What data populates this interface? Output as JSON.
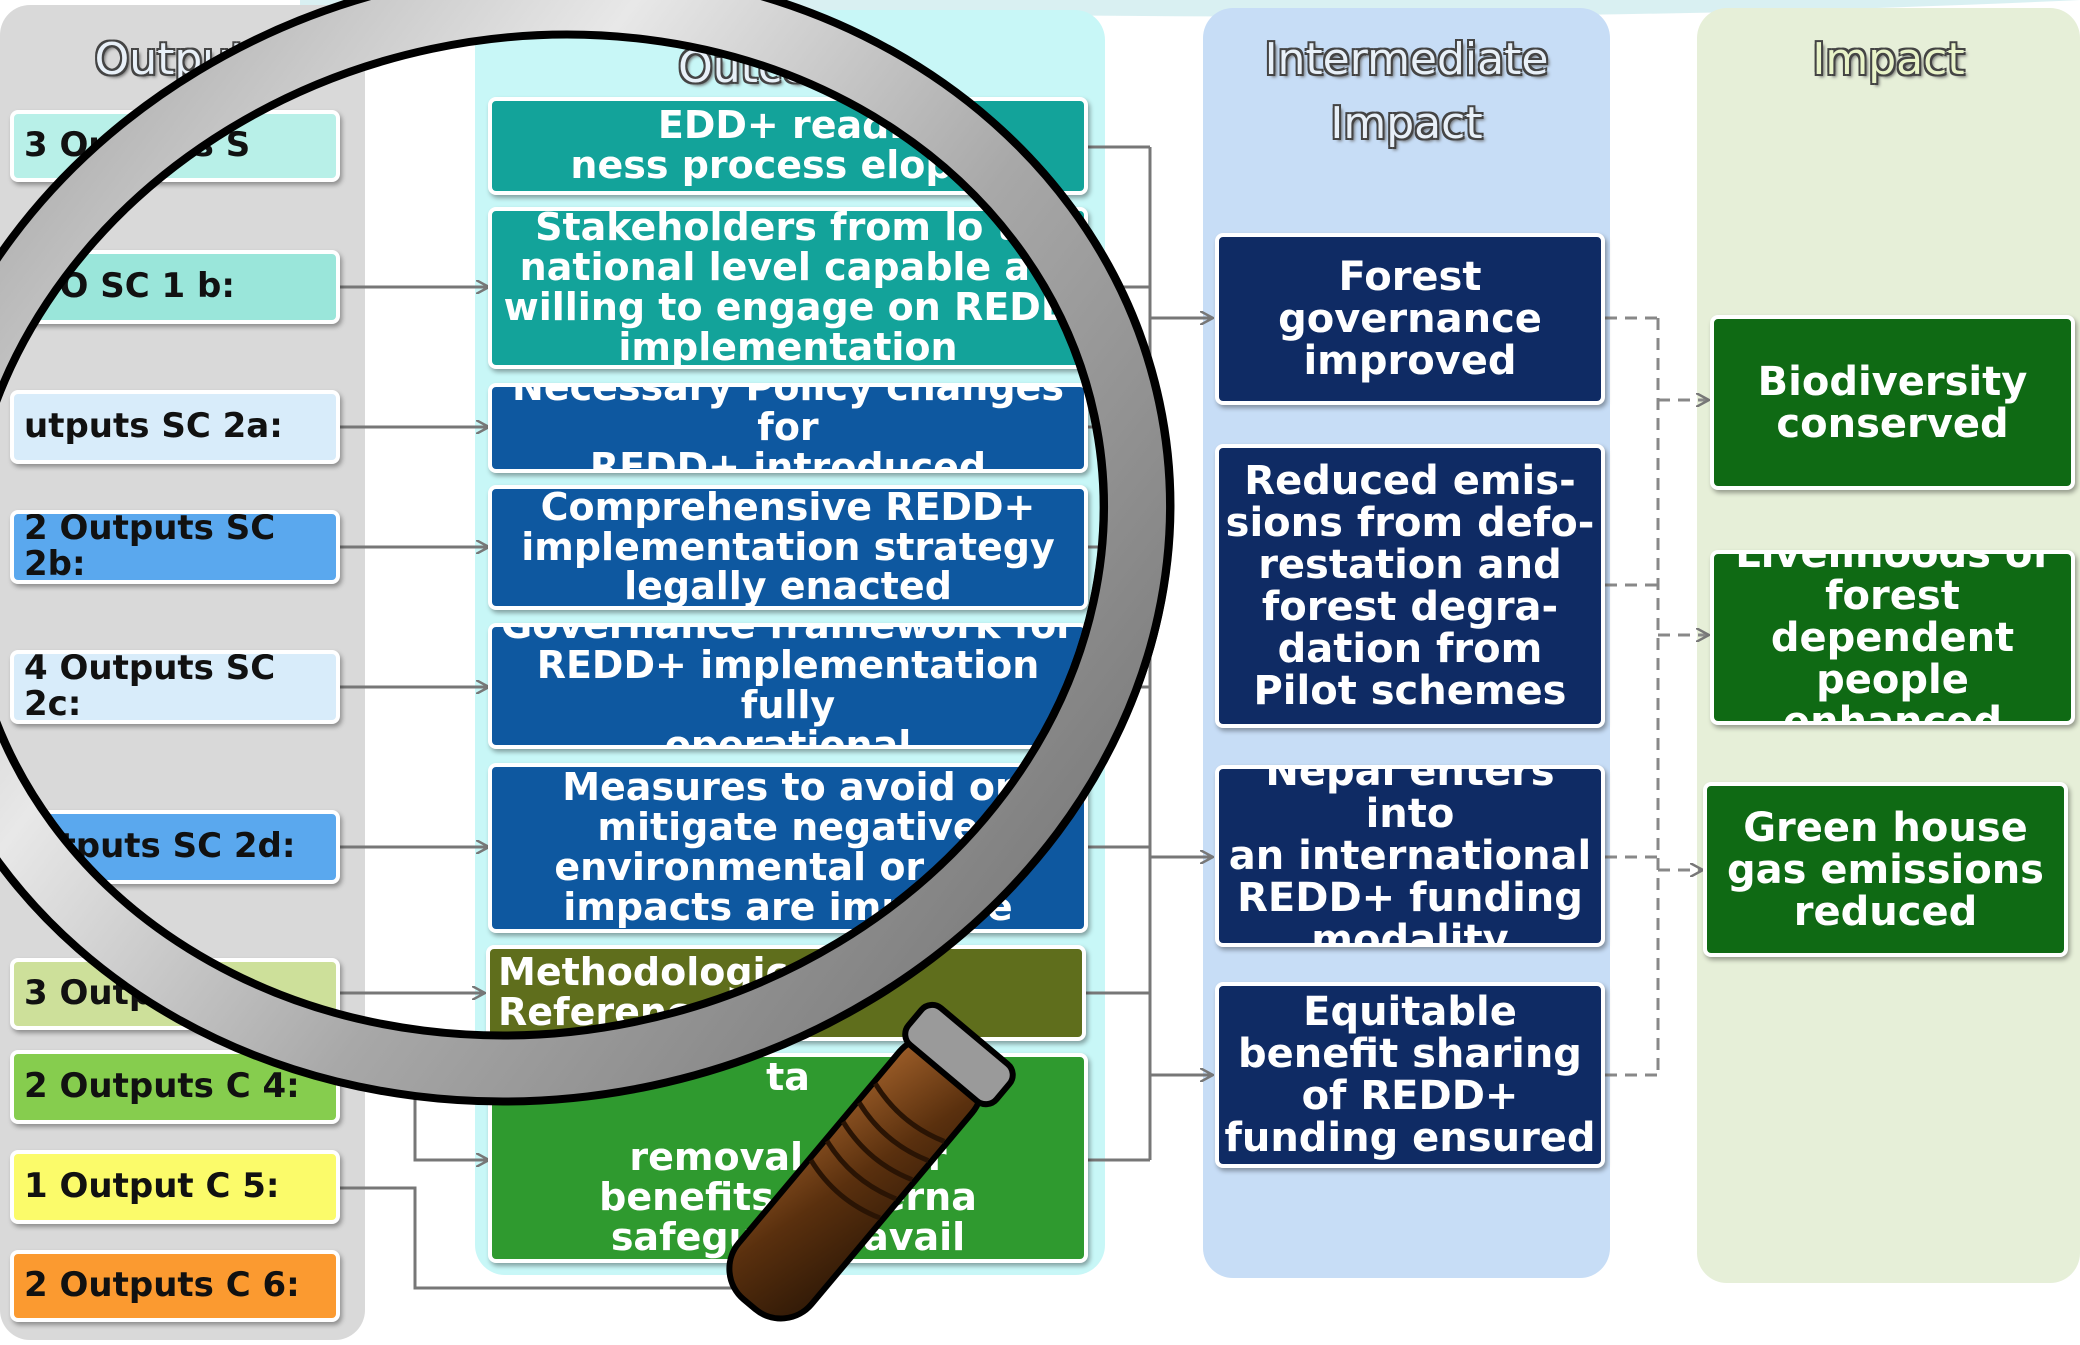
{
  "headers": {
    "outputs": "Outputs",
    "outcomes": "Outcomes",
    "intermediate": "Intermediate\nImpact",
    "impact": "Impact"
  },
  "outputs": [
    {
      "label": "3  Outputs S",
      "color": "#b8f0e8"
    },
    {
      "label": "4 O        SC 1 b:",
      "color": "#9ae6da"
    },
    {
      "label": "  utputs SC 2a:",
      "color": "#d8ecfa"
    },
    {
      "label": "2 Outputs SC 2b:",
      "color": "#5aa8ee"
    },
    {
      "label": "4 Outputs SC 2c:",
      "color": "#d8ecfa"
    },
    {
      "label": "2   tputs SC 2d:",
      "color": "#5aa8ee"
    },
    {
      "label": "3 Outpu",
      "color": "#cde09a"
    },
    {
      "label": "2 Outputs C 4:",
      "color": "#86cd4e"
    },
    {
      "label": "1 Output C 5:",
      "color": "#fbfb6a"
    },
    {
      "label": "2 Outputs C 6:",
      "color": "#fb9a30"
    }
  ],
  "outcomes": [
    {
      "label": "        EDD+ readi-\nness process       eloped",
      "color": "#13a39a"
    },
    {
      "label": "Stakeholders from lo    to\nnational level capable a  l\nwilling to engage on REDD\nimplementation",
      "color": "#13a39a"
    },
    {
      "label": "Necessary Policy changes for\nREDD+ introduced",
      "color": "#0e58a0"
    },
    {
      "label": "Comprehensive REDD+\nimplementation strategy\nlegally enacted",
      "color": "#0e58a0"
    },
    {
      "label": "Governance framework for\nREDD+ implementation fully\noperational",
      "color": "#0e58a0"
    },
    {
      "label": "Measures to avoid or\nmitigate negative\nenvironmental or soci\nimpacts are impleme",
      "color": "#0e58a0"
    },
    {
      "label": "Methodologically\nReference",
      "color": "#5f6e1c"
    },
    {
      "label": "                         ta\n\nremoval, other\nbenefits, governa\nsafeguards avail",
      "color": "#2f9a2f"
    }
  ],
  "intermediate": [
    {
      "label": "Forest governance\nimproved"
    },
    {
      "label": "Reduced emis-\nsions from defo-\nrestation and\nforest degra-\ndation  from\nPilot schemes"
    },
    {
      "label": "Nepal enters into\nan international\nREDD+ funding\nmodality"
    },
    {
      "label": "Equitable\nbenefit sharing\nof REDD+\nfunding ensured"
    }
  ],
  "impact": [
    {
      "label": "Biodiversity\nconserved"
    },
    {
      "label": "Livelihoods of\nforest dependent\npeople enhanced"
    },
    {
      "label": "Green house\ngas emissions\nreduced"
    }
  ],
  "colors": {
    "outputs_col": "#d9d9d9",
    "outcomes_col": "#c8f7f7",
    "intermediate_col": "#c7ddf6",
    "impact_col": "#e6efd8",
    "dark_blue": "#0f2b64",
    "dark_green": "#0f6a14",
    "lens_rim": "#b3b3b3",
    "handle": "#6b3a12"
  },
  "icons": [
    "magnifying-glass-icon"
  ]
}
